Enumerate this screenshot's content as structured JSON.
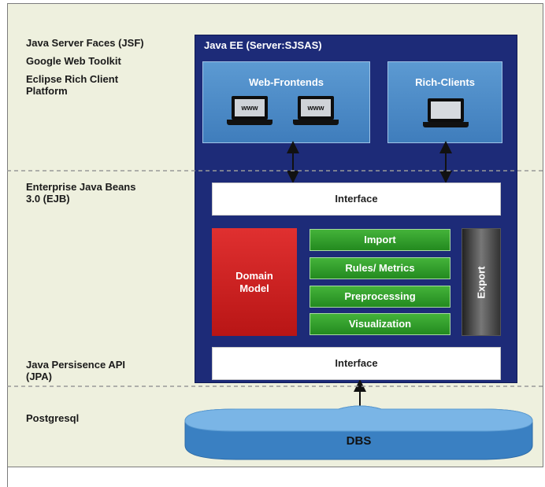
{
  "layers": {
    "presentation": [
      "Java Server Faces (JSF)",
      "Google Web Toolkit",
      "Eclipse Rich Client",
      "Platform"
    ],
    "business": [
      "Enterprise Java Beans",
      "3.0 (EJB)"
    ],
    "persistence": [
      "Java Persisence API",
      "(JPA)"
    ],
    "database": [
      "Postgresql"
    ]
  },
  "server": {
    "title": "Java EE (Server:SJSAS)",
    "web_frontends": {
      "label": "Web-Frontends",
      "screen_text": "www"
    },
    "rich_clients": {
      "label": "Rich-Clients"
    },
    "interface_top": "Interface",
    "interface_bottom": "Interface",
    "domain_model": [
      "Domain",
      "Model"
    ],
    "modules": [
      "Import",
      "Rules/ Metrics",
      "Preprocessing",
      "Visualization"
    ],
    "export": "Export"
  },
  "database": {
    "label": "DBS"
  },
  "colors": {
    "background": "#eef0de",
    "server": "#1d2b78",
    "client_box": "#4d8cc8",
    "domain_model": "#cc2020",
    "modules": "#2f9c2a",
    "export": "#4a4a4a",
    "database": "#3d86c8"
  }
}
